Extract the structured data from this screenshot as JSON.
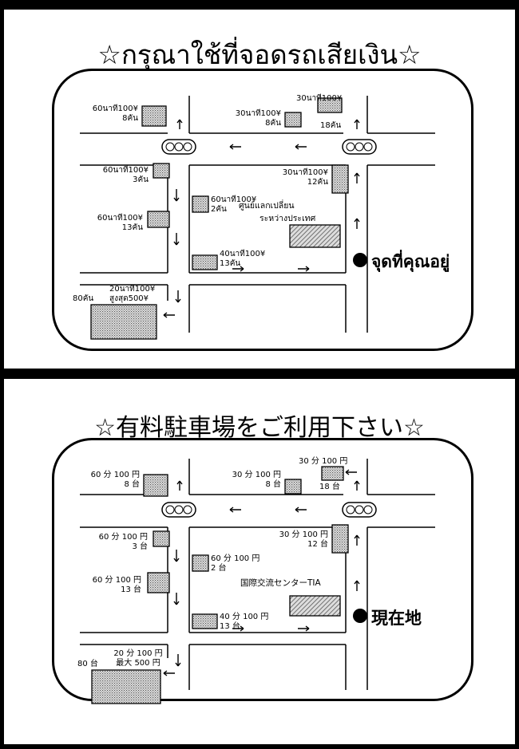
{
  "panels": [
    {
      "id": "thai",
      "title": "☆กรุณาใช้ที่จอดรถเสียเงิน☆",
      "center": [
        "ศูนย์แลกเปลี่ยน",
        "ระหว่างประเทศ"
      ],
      "you_are_here": "จุดที่คุณอยู่",
      "lots": [
        {
          "line1": "60นาที100¥",
          "line2": "8คัน"
        },
        {
          "line1": "30นาที100¥",
          "line2": "8คัน"
        },
        {
          "line1": "30นาที100¥",
          "line2": "18คัน"
        },
        {
          "line1": "60นาที100¥",
          "line2": "3คัน"
        },
        {
          "line1": "30นาที100¥",
          "line2": "12คัน"
        },
        {
          "line1": "60นาที100¥",
          "line2": "2คัน"
        },
        {
          "line1": "60นาที100¥",
          "line2": "13คัน"
        },
        {
          "line1": "40นาที100¥",
          "line2": "13คัน"
        },
        {
          "line1": "20นาที100¥",
          "line2": "สูงสุด500¥",
          "count": "80คัน"
        }
      ]
    },
    {
      "id": "japanese",
      "title": "☆有料駐車場をご利用下さい☆",
      "center": [
        "国際交流センターTIA"
      ],
      "you_are_here": "現在地",
      "lots": [
        {
          "line1": "60 分 100 円",
          "line2": "8 台"
        },
        {
          "line1": "30 分 100 円",
          "line2": "8 台"
        },
        {
          "line1": "30 分 100 円",
          "line2": "18 台"
        },
        {
          "line1": "60 分 100 円",
          "line2": "3 台"
        },
        {
          "line1": "30 分 100 円",
          "line2": "12 台"
        },
        {
          "line1": "60 分 100 円",
          "line2": "2 台"
        },
        {
          "line1": "60 分 100 円",
          "line2": "13 台"
        },
        {
          "line1": "40 分 100 円",
          "line2": "13 台"
        },
        {
          "line1": "20 分 100 円",
          "line2": "最大 500 円",
          "count": "80 台"
        }
      ]
    }
  ]
}
